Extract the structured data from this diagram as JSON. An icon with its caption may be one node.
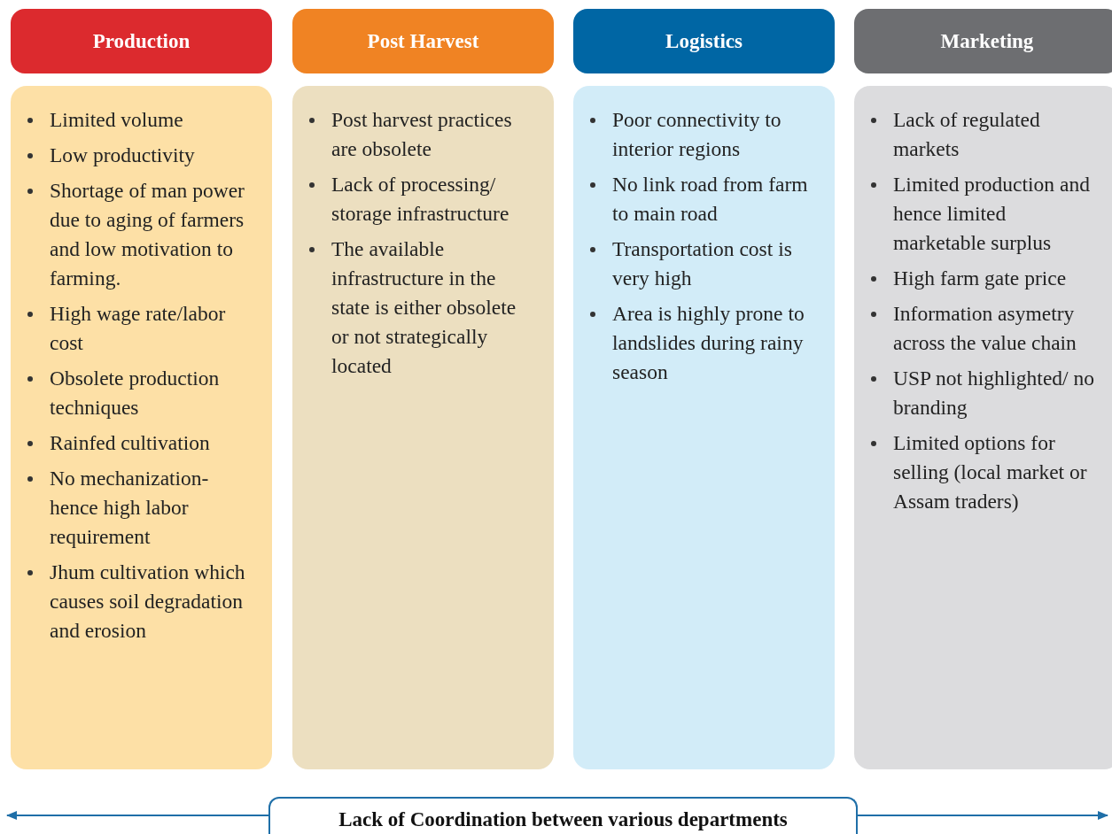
{
  "diagram": {
    "nodes": [
      {
        "text": [
          "Production"
        ]
      },
      {
        "text": [
          "Post Harvest"
        ]
      },
      {
        "text": [
          "Logistics"
        ]
      },
      {
        "text": [
          "Marketing"
        ]
      },
      {
        "text": [
          "Limited volume",
          "Low productivity",
          "Shortage of man power due to aging of farmers and low motivation to farming.",
          "High wage rate/labor cost",
          "Obsolete production techniques",
          "Rainfed cultivation",
          "No mechanization- hence high labor requirement",
          "Jhum cultivation which causes soil degradation and erosion"
        ]
      },
      {
        "text": [
          "Post harvest practices are obsolete",
          "Lack of processing/ storage infrastructure",
          "The available infrastructure in the state is either obsolete or not strategically located"
        ]
      },
      {
        "text": [
          "Poor connectivity to interior regions",
          "No link road from farm to main road",
          "Transportation cost is very high",
          "Area is highly prone to landslides during rainy season"
        ]
      },
      {
        "text": [
          "Lack of regulated markets",
          "Limited production and hence limited marketable surplus",
          "High farm gate price",
          "Information asymetry across the value chain",
          "USP not highlighted/ no branding",
          "Limited options for selling (local market or Assam traders)"
        ]
      },
      {
        "text": [
          "Lack of Coordination between various departments"
        ]
      }
    ],
    "edges": [
      {
        "from": 8,
        "to": null,
        "arrow": "to"
      },
      {
        "from": 8,
        "to": null,
        "arrow": "to"
      }
    ]
  }
}
